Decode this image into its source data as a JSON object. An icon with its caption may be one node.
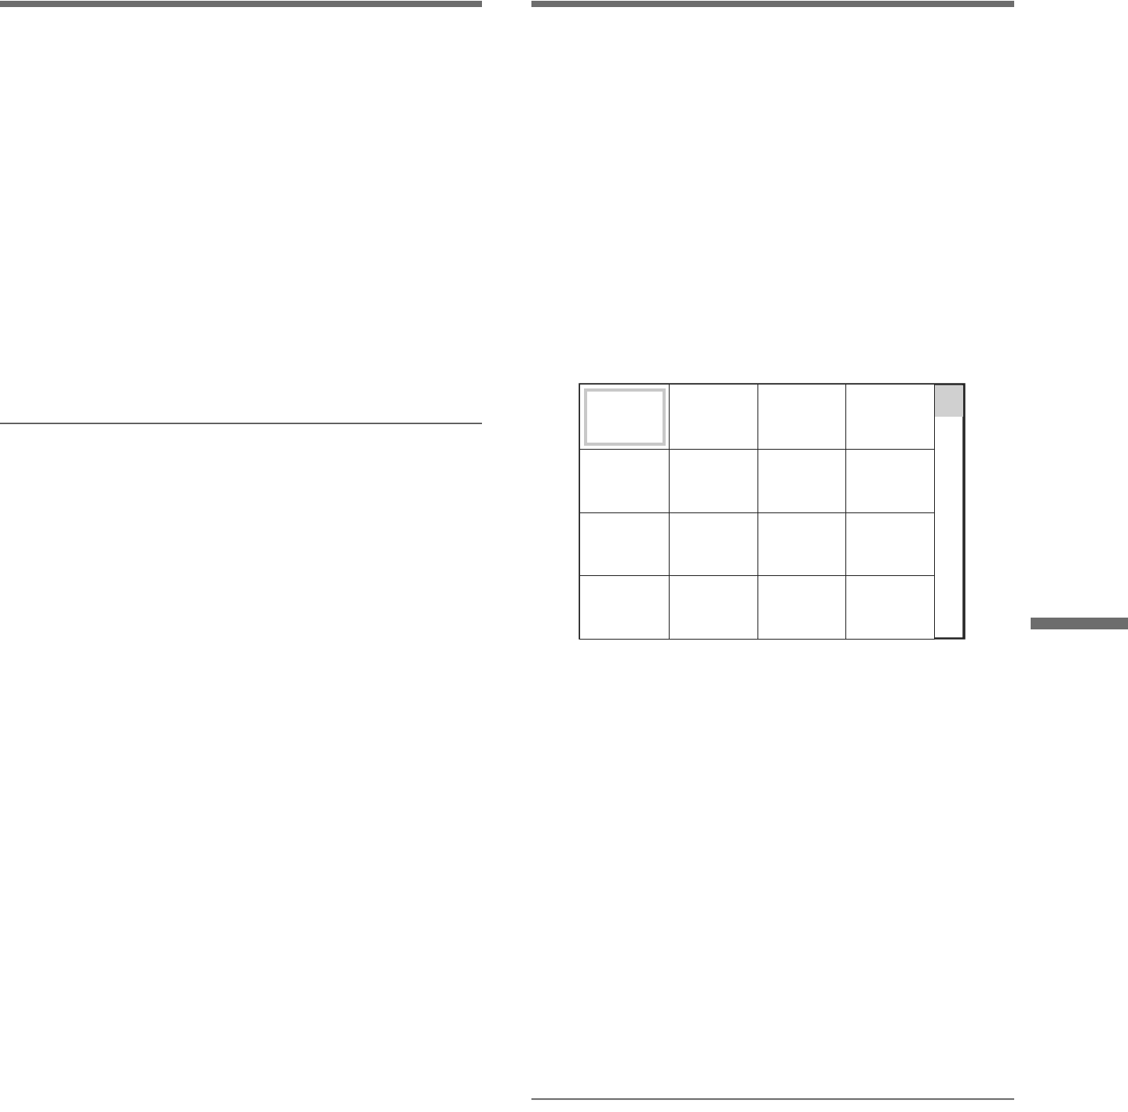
{
  "diagram": {
    "nodes": [
      {
        "text": [],
        "shape": "box"
      },
      {
        "text": [],
        "shape": "box"
      },
      {
        "text": [],
        "shape": "box"
      },
      {
        "text": [],
        "shape": "box"
      },
      {
        "text": [],
        "shape": "box"
      },
      {
        "text": [],
        "shape": "box"
      },
      {
        "text": [],
        "shape": "box"
      },
      {
        "text": [],
        "shape": "box"
      },
      {
        "text": [],
        "shape": "box"
      },
      {
        "text": [],
        "shape": "box"
      },
      {
        "text": [],
        "shape": "box"
      },
      {
        "text": [],
        "shape": "box"
      },
      {
        "text": [],
        "shape": "box"
      },
      {
        "text": [],
        "shape": "box"
      },
      {
        "text": [],
        "shape": "box"
      },
      {
        "text": [],
        "shape": "box"
      },
      {
        "text": [],
        "shape": "bar"
      }
    ]
  }
}
